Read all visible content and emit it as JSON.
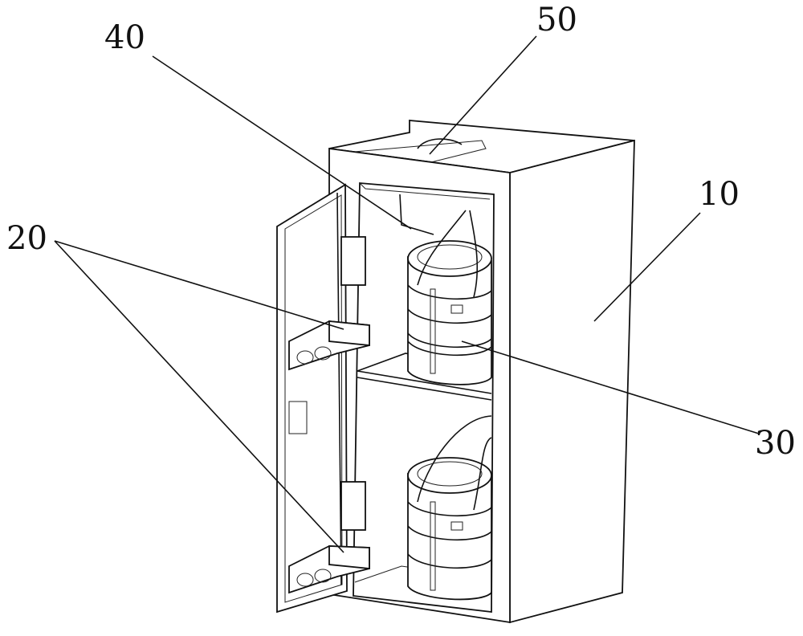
{
  "figure": {
    "labels": [
      {
        "id": "10",
        "text": "10",
        "refers_to": "cabinet"
      },
      {
        "id": "20",
        "text": "20",
        "refers_to": "door-holders"
      },
      {
        "id": "30",
        "text": "30",
        "refers_to": "keg"
      },
      {
        "id": "40",
        "text": "40",
        "refers_to": "pipe"
      },
      {
        "id": "50",
        "text": "50",
        "refers_to": "top-opening"
      }
    ]
  }
}
